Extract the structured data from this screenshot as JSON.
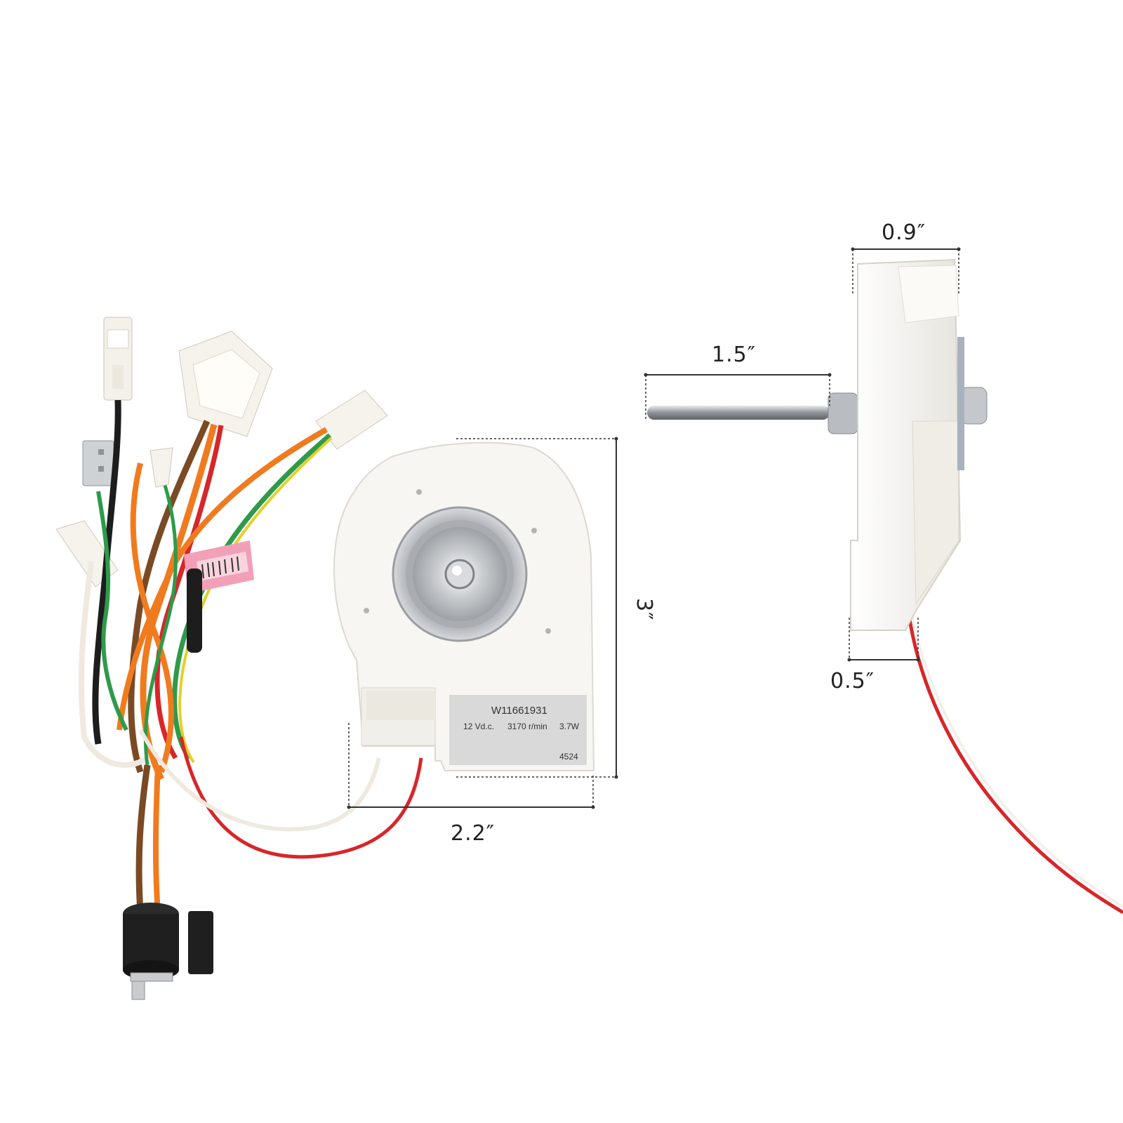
{
  "dimensions": {
    "width": "2.2″",
    "height": "3″",
    "shaft_length": "1.5″",
    "depth": "0.9″",
    "hub": "0.5″"
  },
  "motor_label": {
    "part_number": "W11661931",
    "voltage": "12  Vd.c.",
    "speed": "3170 r/min",
    "power": "3.7W",
    "code": "4524"
  },
  "colors": {
    "wire_red": "#d7262a",
    "wire_orange": "#f07b1f",
    "wire_brown": "#7a4a24",
    "wire_green": "#2e9a4a",
    "wire_yellow": "#e5cf2a",
    "wire_black": "#1d1d1d",
    "wire_white": "#efe9e0",
    "housing": "#f7f6f2",
    "metal": "#b9bcc0",
    "barcode_tag": "#f2a0b8"
  }
}
